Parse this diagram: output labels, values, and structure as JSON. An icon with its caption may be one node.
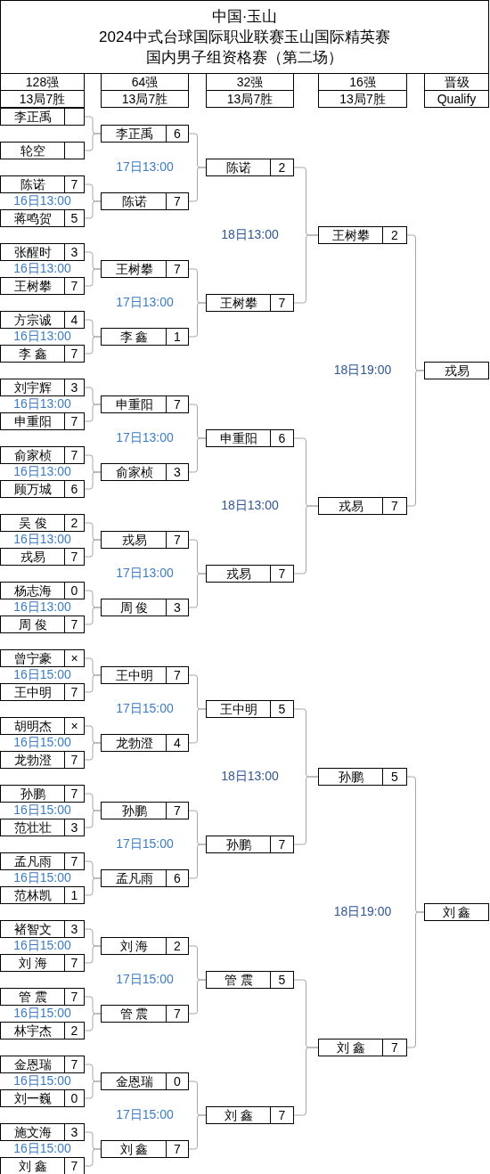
{
  "diagram": {
    "nodes": [
      {
        "text": [
          "中国·玉山",
          "2024中式台球国际职业联赛玉山国际精英赛",
          "国内男子组资格赛（第二场）"
        ]
      },
      {
        "text": [
          "128强",
          "13局7胜"
        ]
      },
      {
        "text": [
          "64强",
          "13局7胜"
        ]
      },
      {
        "text": [
          "32强",
          "13局7胜"
        ]
      },
      {
        "text": [
          "16强",
          "13局7胜"
        ]
      },
      {
        "text": [
          "晋级",
          "Qualify"
        ]
      },
      {
        "text": [
          "李正禹"
        ]
      },
      {
        "text": [
          "轮空"
        ]
      },
      {
        "text": [
          "陈诺",
          "7"
        ]
      },
      {
        "text": [
          "蒋鸣贺",
          "5"
        ]
      },
      {
        "text": [
          "张醒时",
          "3"
        ]
      },
      {
        "text": [
          "王树攀",
          "7"
        ]
      },
      {
        "text": [
          "方宗诚",
          "4"
        ]
      },
      {
        "text": [
          "李 鑫",
          "7"
        ]
      },
      {
        "text": [
          "刘宇辉",
          "3"
        ]
      },
      {
        "text": [
          "申重阳",
          "7"
        ]
      },
      {
        "text": [
          "俞家桢",
          "7"
        ]
      },
      {
        "text": [
          "顾万城",
          "6"
        ]
      },
      {
        "text": [
          "吴 俊",
          "2"
        ]
      },
      {
        "text": [
          "戎易",
          "7"
        ]
      },
      {
        "text": [
          "杨志海",
          "0"
        ]
      },
      {
        "text": [
          "周 俊",
          "7"
        ]
      },
      {
        "text": [
          "曾宁豪",
          "×"
        ]
      },
      {
        "text": [
          "王中明",
          "7"
        ]
      },
      {
        "text": [
          "胡明杰",
          "×"
        ]
      },
      {
        "text": [
          "龙勃澄",
          "7"
        ]
      },
      {
        "text": [
          "孙鹏",
          "7"
        ]
      },
      {
        "text": [
          "范壮壮",
          "3"
        ]
      },
      {
        "text": [
          "孟凡雨",
          "7"
        ]
      },
      {
        "text": [
          "范林凯",
          "1"
        ]
      },
      {
        "text": [
          "褚智文",
          "3"
        ]
      },
      {
        "text": [
          "刘 海",
          "7"
        ]
      },
      {
        "text": [
          "管 震",
          "7"
        ]
      },
      {
        "text": [
          "林宇杰",
          "2"
        ]
      },
      {
        "text": [
          "金恩瑞",
          "7"
        ]
      },
      {
        "text": [
          "刘一巍",
          "0"
        ]
      },
      {
        "text": [
          "施文海",
          "3"
        ]
      },
      {
        "text": [
          "刘 鑫",
          "7"
        ]
      },
      {
        "text": [
          "李正禹",
          "6"
        ]
      },
      {
        "text": [
          "陈诺",
          "7"
        ]
      },
      {
        "text": [
          "王树攀",
          "7"
        ]
      },
      {
        "text": [
          "李 鑫",
          "1"
        ]
      },
      {
        "text": [
          "申重阳",
          "7"
        ]
      },
      {
        "text": [
          "俞家桢",
          "3"
        ]
      },
      {
        "text": [
          "戎易",
          "7"
        ]
      },
      {
        "text": [
          "周 俊",
          "3"
        ]
      },
      {
        "text": [
          "王中明",
          "7"
        ]
      },
      {
        "text": [
          "龙勃澄",
          "4"
        ]
      },
      {
        "text": [
          "孙鹏",
          "7"
        ]
      },
      {
        "text": [
          "孟凡雨",
          "6"
        ]
      },
      {
        "text": [
          "刘 海",
          "2"
        ]
      },
      {
        "text": [
          "管 震",
          "7"
        ]
      },
      {
        "text": [
          "金恩瑞",
          "0"
        ]
      },
      {
        "text": [
          "刘 鑫",
          "7"
        ]
      },
      {
        "text": [
          "陈诺",
          "2"
        ]
      },
      {
        "text": [
          "王树攀",
          "7"
        ]
      },
      {
        "text": [
          "申重阳",
          "6"
        ]
      },
      {
        "text": [
          "戎易",
          "7"
        ]
      },
      {
        "text": [
          "王中明",
          "5"
        ]
      },
      {
        "text": [
          "孙鹏",
          "7"
        ]
      },
      {
        "text": [
          "管 震",
          "5"
        ]
      },
      {
        "text": [
          "刘 鑫",
          "7"
        ]
      },
      {
        "text": [
          "王树攀",
          "2"
        ]
      },
      {
        "text": [
          "戎易",
          "7"
        ]
      },
      {
        "text": [
          "孙鹏",
          "5"
        ]
      },
      {
        "text": [
          "刘 鑫",
          "7"
        ]
      },
      {
        "text": [
          "戎易"
        ]
      },
      {
        "text": [
          "刘 鑫"
        ]
      }
    ],
    "edges": [
      {
        "from": 6,
        "to": 38,
        "arrow": "none"
      },
      {
        "from": 7,
        "to": 38,
        "arrow": "none"
      },
      {
        "from": 8,
        "to": 39,
        "arrow": "none"
      },
      {
        "from": 9,
        "to": 39,
        "arrow": "none"
      },
      {
        "from": 10,
        "to": 40,
        "arrow": "none"
      },
      {
        "from": 11,
        "to": 40,
        "arrow": "none"
      },
      {
        "from": 12,
        "to": 41,
        "arrow": "none"
      },
      {
        "from": 13,
        "to": 41,
        "arrow": "none"
      },
      {
        "from": 14,
        "to": 42,
        "arrow": "none"
      },
      {
        "from": 15,
        "to": 42,
        "arrow": "none"
      },
      {
        "from": 16,
        "to": 43,
        "arrow": "none"
      },
      {
        "from": 17,
        "to": 43,
        "arrow": "none"
      },
      {
        "from": 18,
        "to": 44,
        "arrow": "none"
      },
      {
        "from": 19,
        "to": 44,
        "arrow": "none"
      },
      {
        "from": 20,
        "to": 45,
        "arrow": "none"
      },
      {
        "from": 21,
        "to": 45,
        "arrow": "none"
      },
      {
        "from": 22,
        "to": 46,
        "arrow": "none"
      },
      {
        "from": 23,
        "to": 46,
        "arrow": "none"
      },
      {
        "from": 24,
        "to": 47,
        "arrow": "none"
      },
      {
        "from": 25,
        "to": 47,
        "arrow": "none"
      },
      {
        "from": 26,
        "to": 48,
        "arrow": "none"
      },
      {
        "from": 27,
        "to": 48,
        "arrow": "none"
      },
      {
        "from": 28,
        "to": 49,
        "arrow": "none"
      },
      {
        "from": 29,
        "to": 49,
        "arrow": "none"
      },
      {
        "from": 30,
        "to": 50,
        "arrow": "none"
      },
      {
        "from": 31,
        "to": 50,
        "arrow": "none"
      },
      {
        "from": 32,
        "to": 51,
        "arrow": "none"
      },
      {
        "from": 33,
        "to": 51,
        "arrow": "none"
      },
      {
        "from": 34,
        "to": 52,
        "arrow": "none"
      },
      {
        "from": 35,
        "to": 52,
        "arrow": "none"
      },
      {
        "from": 36,
        "to": 53,
        "arrow": "none"
      },
      {
        "from": 37,
        "to": 53,
        "arrow": "none"
      },
      {
        "from": 38,
        "to": 54,
        "arrow": "none"
      },
      {
        "from": 39,
        "to": 54,
        "arrow": "none"
      },
      {
        "from": 40,
        "to": 55,
        "arrow": "none"
      },
      {
        "from": 41,
        "to": 55,
        "arrow": "none"
      },
      {
        "from": 42,
        "to": 56,
        "arrow": "none"
      },
      {
        "from": 43,
        "to": 56,
        "arrow": "none"
      },
      {
        "from": 44,
        "to": 57,
        "arrow": "none"
      },
      {
        "from": 45,
        "to": 57,
        "arrow": "none"
      },
      {
        "from": 46,
        "to": 58,
        "arrow": "none"
      },
      {
        "from": 47,
        "to": 58,
        "arrow": "none"
      },
      {
        "from": 48,
        "to": 59,
        "arrow": "none"
      },
      {
        "from": 49,
        "to": 59,
        "arrow": "none"
      },
      {
        "from": 50,
        "to": 60,
        "arrow": "none"
      },
      {
        "from": 51,
        "to": 60,
        "arrow": "none"
      },
      {
        "from": 52,
        "to": 61,
        "arrow": "none"
      },
      {
        "from": 53,
        "to": 61,
        "arrow": "none"
      },
      {
        "from": 54,
        "to": 62,
        "arrow": "none"
      },
      {
        "from": 55,
        "to": 62,
        "arrow": "none"
      },
      {
        "from": 56,
        "to": 63,
        "arrow": "none"
      },
      {
        "from": 57,
        "to": 63,
        "arrow": "none"
      },
      {
        "from": 58,
        "to": 64,
        "arrow": "none"
      },
      {
        "from": 59,
        "to": 64,
        "arrow": "none"
      },
      {
        "from": 60,
        "to": 65,
        "arrow": "none"
      },
      {
        "from": 61,
        "to": 65,
        "arrow": "none"
      },
      {
        "from": 62,
        "to": 66,
        "arrow": "none"
      },
      {
        "from": 63,
        "to": 66,
        "arrow": "none"
      },
      {
        "from": 64,
        "to": 67,
        "arrow": "none"
      },
      {
        "from": 65,
        "to": 67,
        "arrow": "none"
      }
    ],
    "labels": [
      "17日13:00",
      "16日13:00",
      "18日13:00",
      "16日13:00",
      "17日13:00",
      "16日13:00",
      "18日19:00",
      "16日13:00",
      "17日13:00",
      "16日13:00",
      "18日13:00",
      "16日13:00",
      "17日13:00",
      "16日13:00",
      "16日15:00",
      "17日15:00",
      "16日15:00",
      "18日13:00",
      "16日15:00",
      "17日15:00",
      "16日15:00",
      "18日19:00",
      "16日15:00",
      "17日15:00",
      "16日15:00",
      "16日15:00",
      "17日15:00",
      "16日15:00"
    ]
  }
}
